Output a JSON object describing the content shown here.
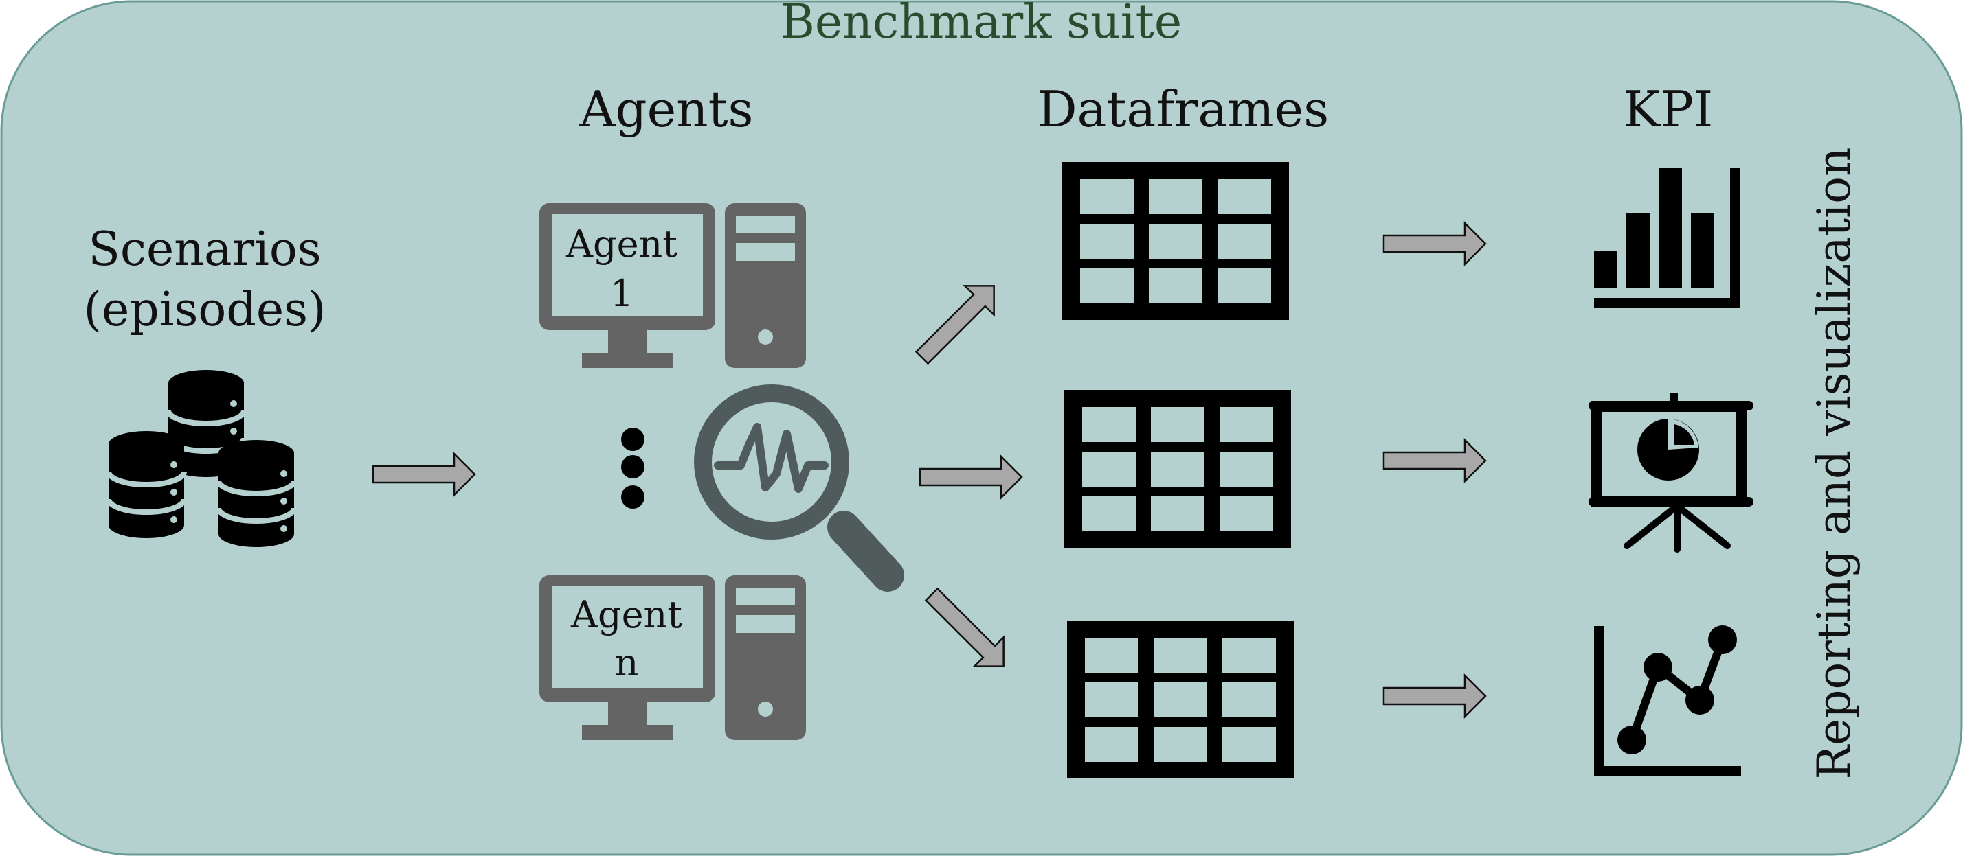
{
  "suite": {
    "title": "Benchmark suite",
    "bg_color": "#b5d1cf",
    "title_color": "#2d4a2e"
  },
  "columns": {
    "scenarios": {
      "line1": "Scenarios",
      "line2": "(episodes)",
      "icon": "database-stack-icon"
    },
    "agents": {
      "title": "Agents",
      "agent_top": {
        "line1": "Agent",
        "line2": "1"
      },
      "agent_bottom": {
        "line1": "Agent",
        "line2": "n"
      },
      "ellipsis_icon": "vertical-ellipsis-icon",
      "monitor_icon": "magnifier-heartbeat-icon"
    },
    "dataframes": {
      "title": "Dataframes",
      "icon": "table-grid-icon"
    },
    "kpi": {
      "title": "KPI",
      "icons": [
        "bar-chart-icon",
        "presentation-board-icon",
        "line-chart-icon"
      ]
    },
    "reporting": {
      "label": "Reporting and visualization"
    }
  },
  "colors": {
    "arrow_fill": "#a9a8a8",
    "icon_gray": "#646464",
    "magnifier": "#4f5c5b",
    "ink": "#000000"
  }
}
